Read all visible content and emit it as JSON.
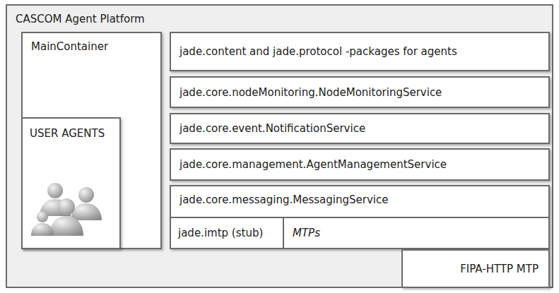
{
  "diagram": {
    "nodes": [
      {
        "text": [
          "CASCOM Agent Platform"
        ]
      },
      {
        "text": [
          "MainContainer"
        ],
        "in": 0
      },
      {
        "text": [
          "USER AGENTS"
        ],
        "in": 1
      },
      {
        "text": [
          "jade.content and jade.protocol -packages for agents"
        ],
        "in": 0
      },
      {
        "text": [
          "jade.core.nodeMonitoring.NodeMonitoringService"
        ],
        "in": 0
      },
      {
        "text": [
          "jade.core.event.NotificationService"
        ],
        "in": 0
      },
      {
        "text": [
          "jade.core.management.AgentManagementService"
        ],
        "in": 0
      },
      {
        "text": [
          "jade.core.messaging.MessagingService"
        ],
        "in": 0
      },
      {
        "text": [
          "jade.imtp (stub)"
        ],
        "in": 7
      },
      {
        "text": [
          "MTPs"
        ],
        "in": 7
      },
      {
        "text": [
          "FIPA-HTTP MTP"
        ],
        "in": 0
      }
    ]
  }
}
